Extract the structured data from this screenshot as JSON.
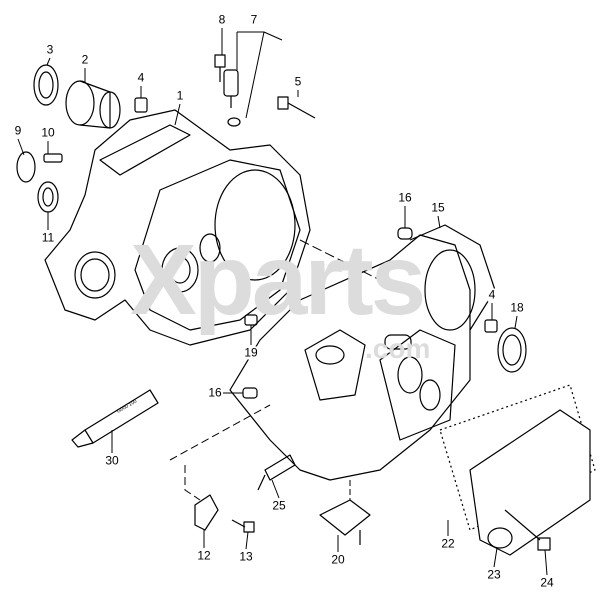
{
  "watermark": {
    "main": "Xparts",
    "suffix": ".com"
  },
  "tube_marking": "G000 100",
  "callouts": [
    {
      "id": "3",
      "label": "3"
    },
    {
      "id": "2",
      "label": "2"
    },
    {
      "id": "4a",
      "label": "4"
    },
    {
      "id": "1",
      "label": "1"
    },
    {
      "id": "8",
      "label": "8"
    },
    {
      "id": "7",
      "label": "7"
    },
    {
      "id": "5",
      "label": "5"
    },
    {
      "id": "9",
      "label": "9"
    },
    {
      "id": "10",
      "label": "10"
    },
    {
      "id": "11",
      "label": "11"
    },
    {
      "id": "16a",
      "label": "16"
    },
    {
      "id": "15",
      "label": "15"
    },
    {
      "id": "4b",
      "label": "4"
    },
    {
      "id": "18",
      "label": "18"
    },
    {
      "id": "19",
      "label": "19"
    },
    {
      "id": "16b",
      "label": "16"
    },
    {
      "id": "30",
      "label": "30"
    },
    {
      "id": "25",
      "label": "25"
    },
    {
      "id": "22",
      "label": "22"
    },
    {
      "id": "20",
      "label": "20"
    },
    {
      "id": "12",
      "label": "12"
    },
    {
      "id": "13",
      "label": "13"
    },
    {
      "id": "23",
      "label": "23"
    },
    {
      "id": "24",
      "label": "24"
    }
  ]
}
